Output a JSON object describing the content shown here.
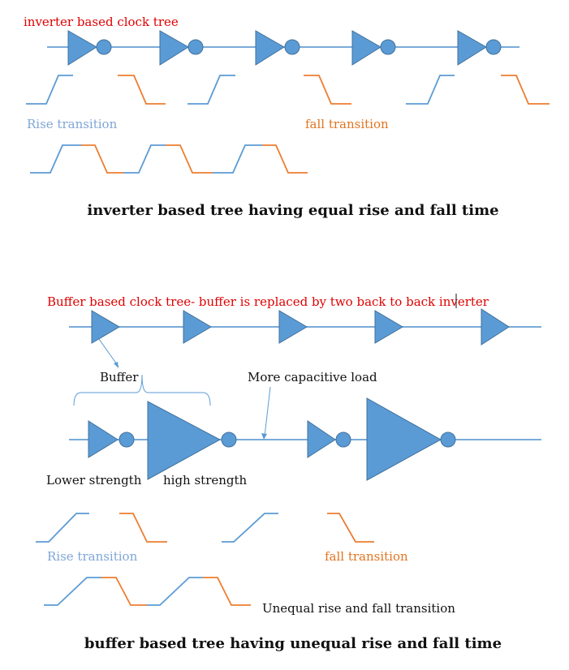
{
  "colors": {
    "accent_red": "#e00000",
    "gate_blue": "#5b9bd5",
    "wave_blue": "#5b9bd5",
    "wave_orange": "#ed7d31",
    "text_black": "#111111"
  },
  "section1": {
    "title": "inverter based clock tree",
    "rise_label": "Rise transition",
    "fall_label": "fall transition",
    "caption": "inverter based tree having equal rise and fall time"
  },
  "section2": {
    "title": "Buffer based clock tree- buffer is replaced by two back to back inverter",
    "buffer_label": "Buffer",
    "load_label": "More capacitive load",
    "lower_label": "Lower strength",
    "high_label": "high strength",
    "rise_label": "Rise transition",
    "fall_label": "fall transition",
    "unequal_label": "Unequal rise and fall transition",
    "caption": "buffer based tree having unequal rise and fall time"
  }
}
